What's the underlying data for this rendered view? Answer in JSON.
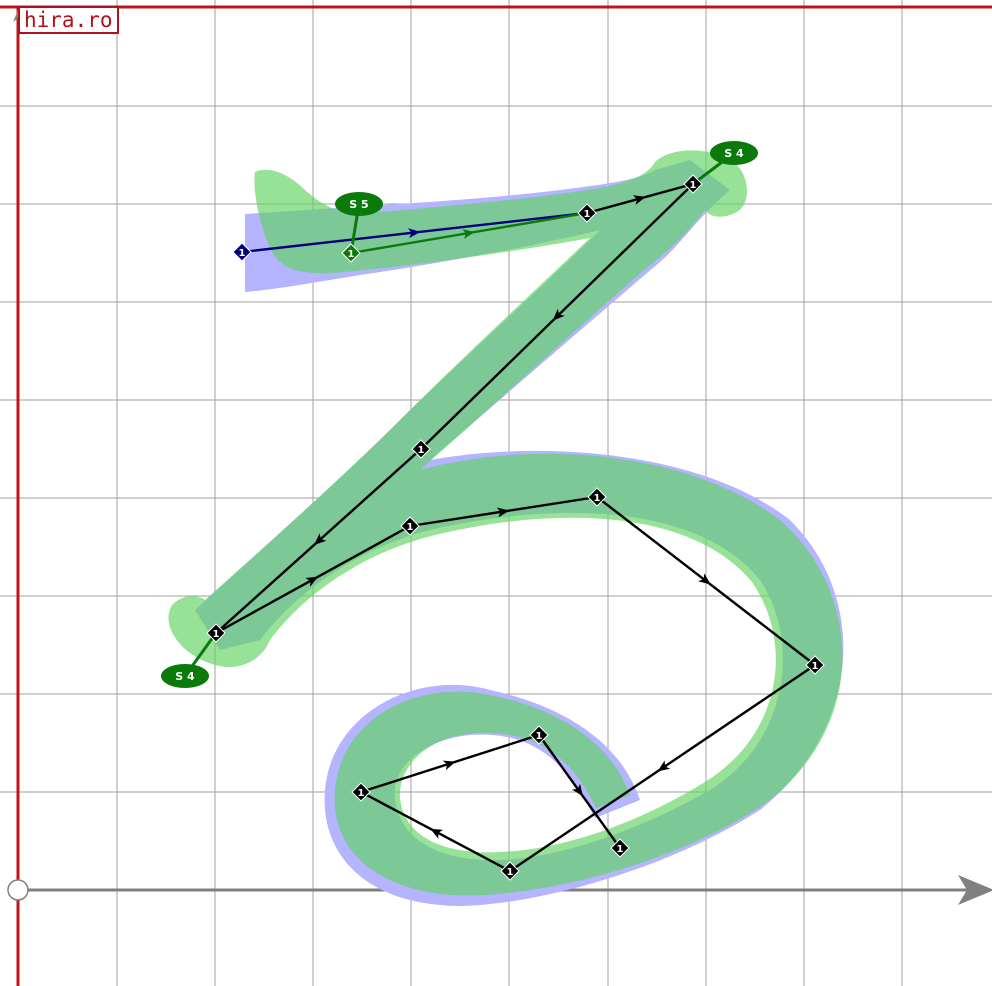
{
  "brand": {
    "logo_text": "hira.ro",
    "color": "#b0121b"
  },
  "colors": {
    "grid": "#a0a0a0",
    "axis": "#808080",
    "border": "#c0141b",
    "outline_stroke": "#b4b4ff",
    "guide_stroke": "#5fd35f",
    "path": "#000000",
    "start_path": "#00007a",
    "tag": "#0a7a0a"
  },
  "diagram": {
    "node_label": "1",
    "stroke_tags": [
      "S 5",
      "S 4",
      "S 4"
    ],
    "nodes": [
      {
        "id": "n1",
        "kind": "start"
      },
      {
        "id": "n2",
        "kind": "tag-anchor"
      },
      {
        "id": "n3"
      },
      {
        "id": "n4"
      },
      {
        "id": "n5"
      },
      {
        "id": "n6"
      },
      {
        "id": "n7"
      },
      {
        "id": "n8"
      },
      {
        "id": "n9"
      },
      {
        "id": "n10"
      },
      {
        "id": "n11"
      },
      {
        "id": "n12"
      },
      {
        "id": "n13"
      }
    ]
  }
}
